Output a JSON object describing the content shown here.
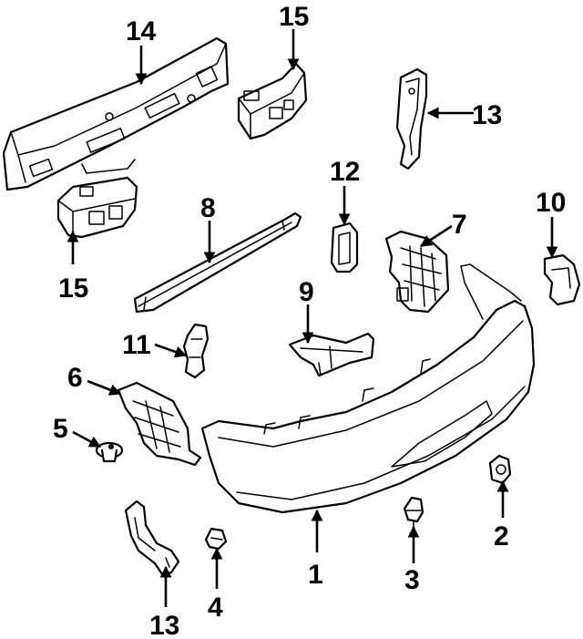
{
  "callouts": [
    {
      "id": "c1",
      "label": "1"
    },
    {
      "id": "c2",
      "label": "2"
    },
    {
      "id": "c3",
      "label": "3"
    },
    {
      "id": "c4",
      "label": "4"
    },
    {
      "id": "c5",
      "label": "5"
    },
    {
      "id": "c6",
      "label": "6"
    },
    {
      "id": "c7",
      "label": "7"
    },
    {
      "id": "c8",
      "label": "8"
    },
    {
      "id": "c9",
      "label": "9"
    },
    {
      "id": "c10",
      "label": "10"
    },
    {
      "id": "c11",
      "label": "11"
    },
    {
      "id": "c12",
      "label": "12"
    },
    {
      "id": "c13a",
      "label": "13"
    },
    {
      "id": "c13b",
      "label": "13"
    },
    {
      "id": "c14",
      "label": "14"
    },
    {
      "id": "c15a",
      "label": "15"
    },
    {
      "id": "c15b",
      "label": "15"
    }
  ]
}
